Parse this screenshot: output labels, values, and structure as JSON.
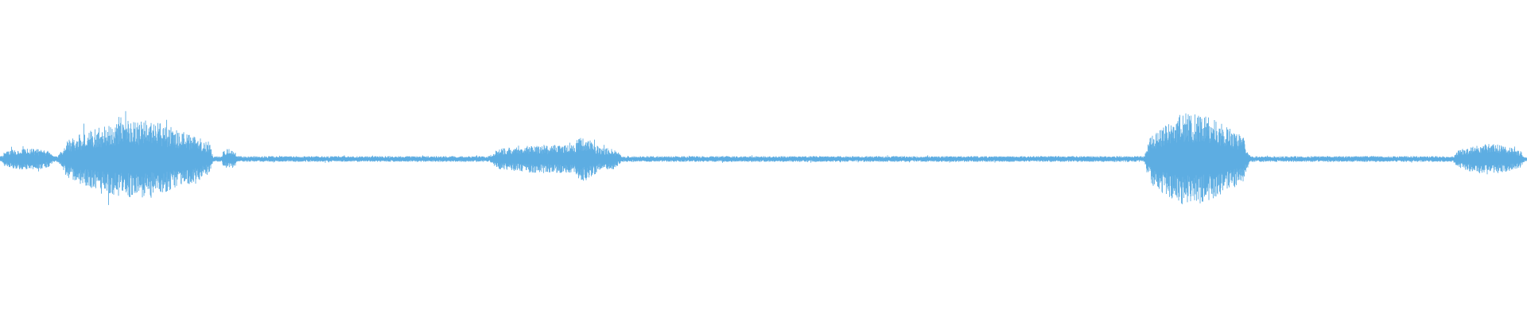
{
  "waveform": {
    "color": "#5dade2",
    "background": "#ffffff",
    "baseline_level": 0.04,
    "segments": [
      {
        "start": 0.0,
        "end": 0.036,
        "level": 0.15
      },
      {
        "start": 0.036,
        "end": 0.14,
        "level": 0.55,
        "peak": 0.09
      },
      {
        "start": 0.11,
        "end": 0.14,
        "level": 0.3
      },
      {
        "start": 0.145,
        "end": 0.155,
        "level": 0.14
      },
      {
        "start": 0.318,
        "end": 0.41,
        "level": 0.2
      },
      {
        "start": 0.375,
        "end": 0.395,
        "level": 0.32,
        "peak": 0.38
      },
      {
        "start": 0.748,
        "end": 0.82,
        "level": 0.65,
        "peak": 0.778
      },
      {
        "start": 0.95,
        "end": 1.0,
        "level": 0.22,
        "peak": 0.975
      }
    ]
  }
}
